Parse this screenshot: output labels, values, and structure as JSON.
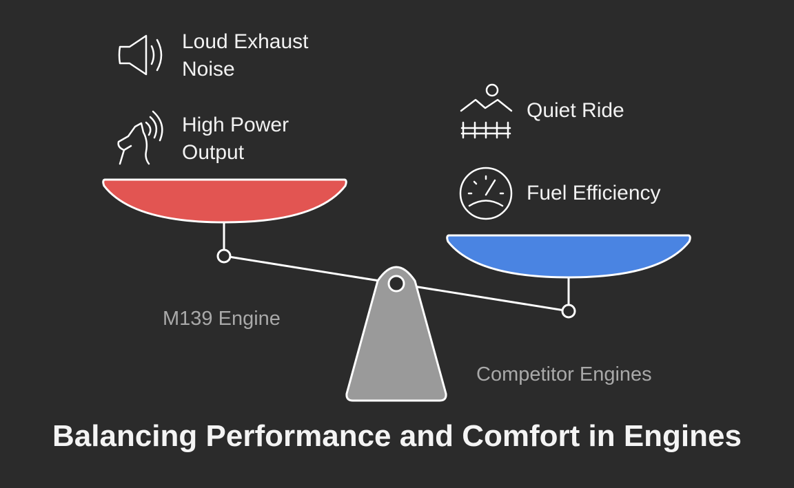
{
  "diagram": {
    "title": "Balancing Performance and Comfort in Engines",
    "left_side": {
      "label": "M139 Engine",
      "pan_color": "#e25552",
      "items": [
        {
          "icon": "speaker-icon",
          "line1": "Loud Exhaust",
          "line2": "Noise"
        },
        {
          "icon": "howling-wolf-icon",
          "line1": "High Power",
          "line2": "Output"
        }
      ]
    },
    "right_side": {
      "label": "Competitor Engines",
      "pan_color": "#4a84e2",
      "items": [
        {
          "icon": "landscape-fence-icon",
          "line1": "Quiet Ride"
        },
        {
          "icon": "speedometer-icon",
          "line1": "Fuel Efficiency"
        }
      ]
    },
    "fulcrum_color": "#9a9a9a",
    "background": "#2b2b2b"
  }
}
